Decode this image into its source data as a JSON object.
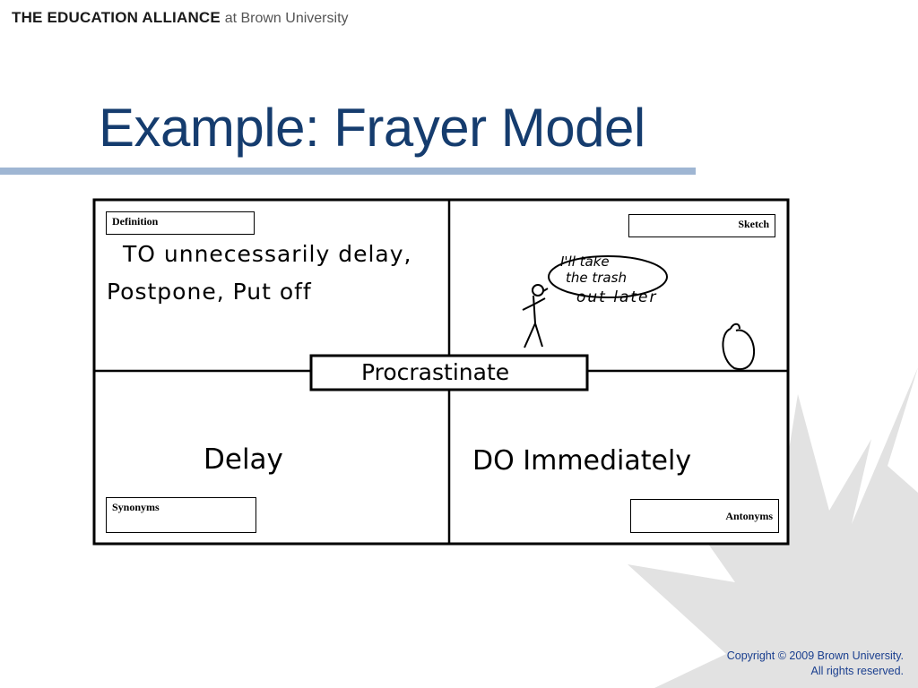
{
  "header": {
    "brand_bold": "THE EDUCATION ALLIANCE",
    "brand_light": "at Brown University"
  },
  "slide": {
    "title": "Example: Frayer Model"
  },
  "frayer": {
    "definition_label": "Definition",
    "definition_text_line1": "TO unnecessarily delay,",
    "definition_text_line2": "Postpone, Put off",
    "sketch_label": "Sketch",
    "sketch_speech_line1": "I'll take",
    "sketch_speech_line2": "the trash",
    "sketch_speech_line3": "out later",
    "center_word": "Procrastinate",
    "synonyms_label": "Synonyms",
    "synonyms_text": "Delay",
    "antonyms_label": "Antonyms",
    "antonyms_text": "DO Immediately"
  },
  "footer": {
    "copyright_line1": "Copyright © 2009 Brown University.",
    "copyright_line2": "All rights reserved."
  },
  "colors": {
    "title": "#153c6e",
    "rule": "#9fb6d3",
    "copyright": "#1a3f8f",
    "starburst": "#e2e2e2"
  }
}
